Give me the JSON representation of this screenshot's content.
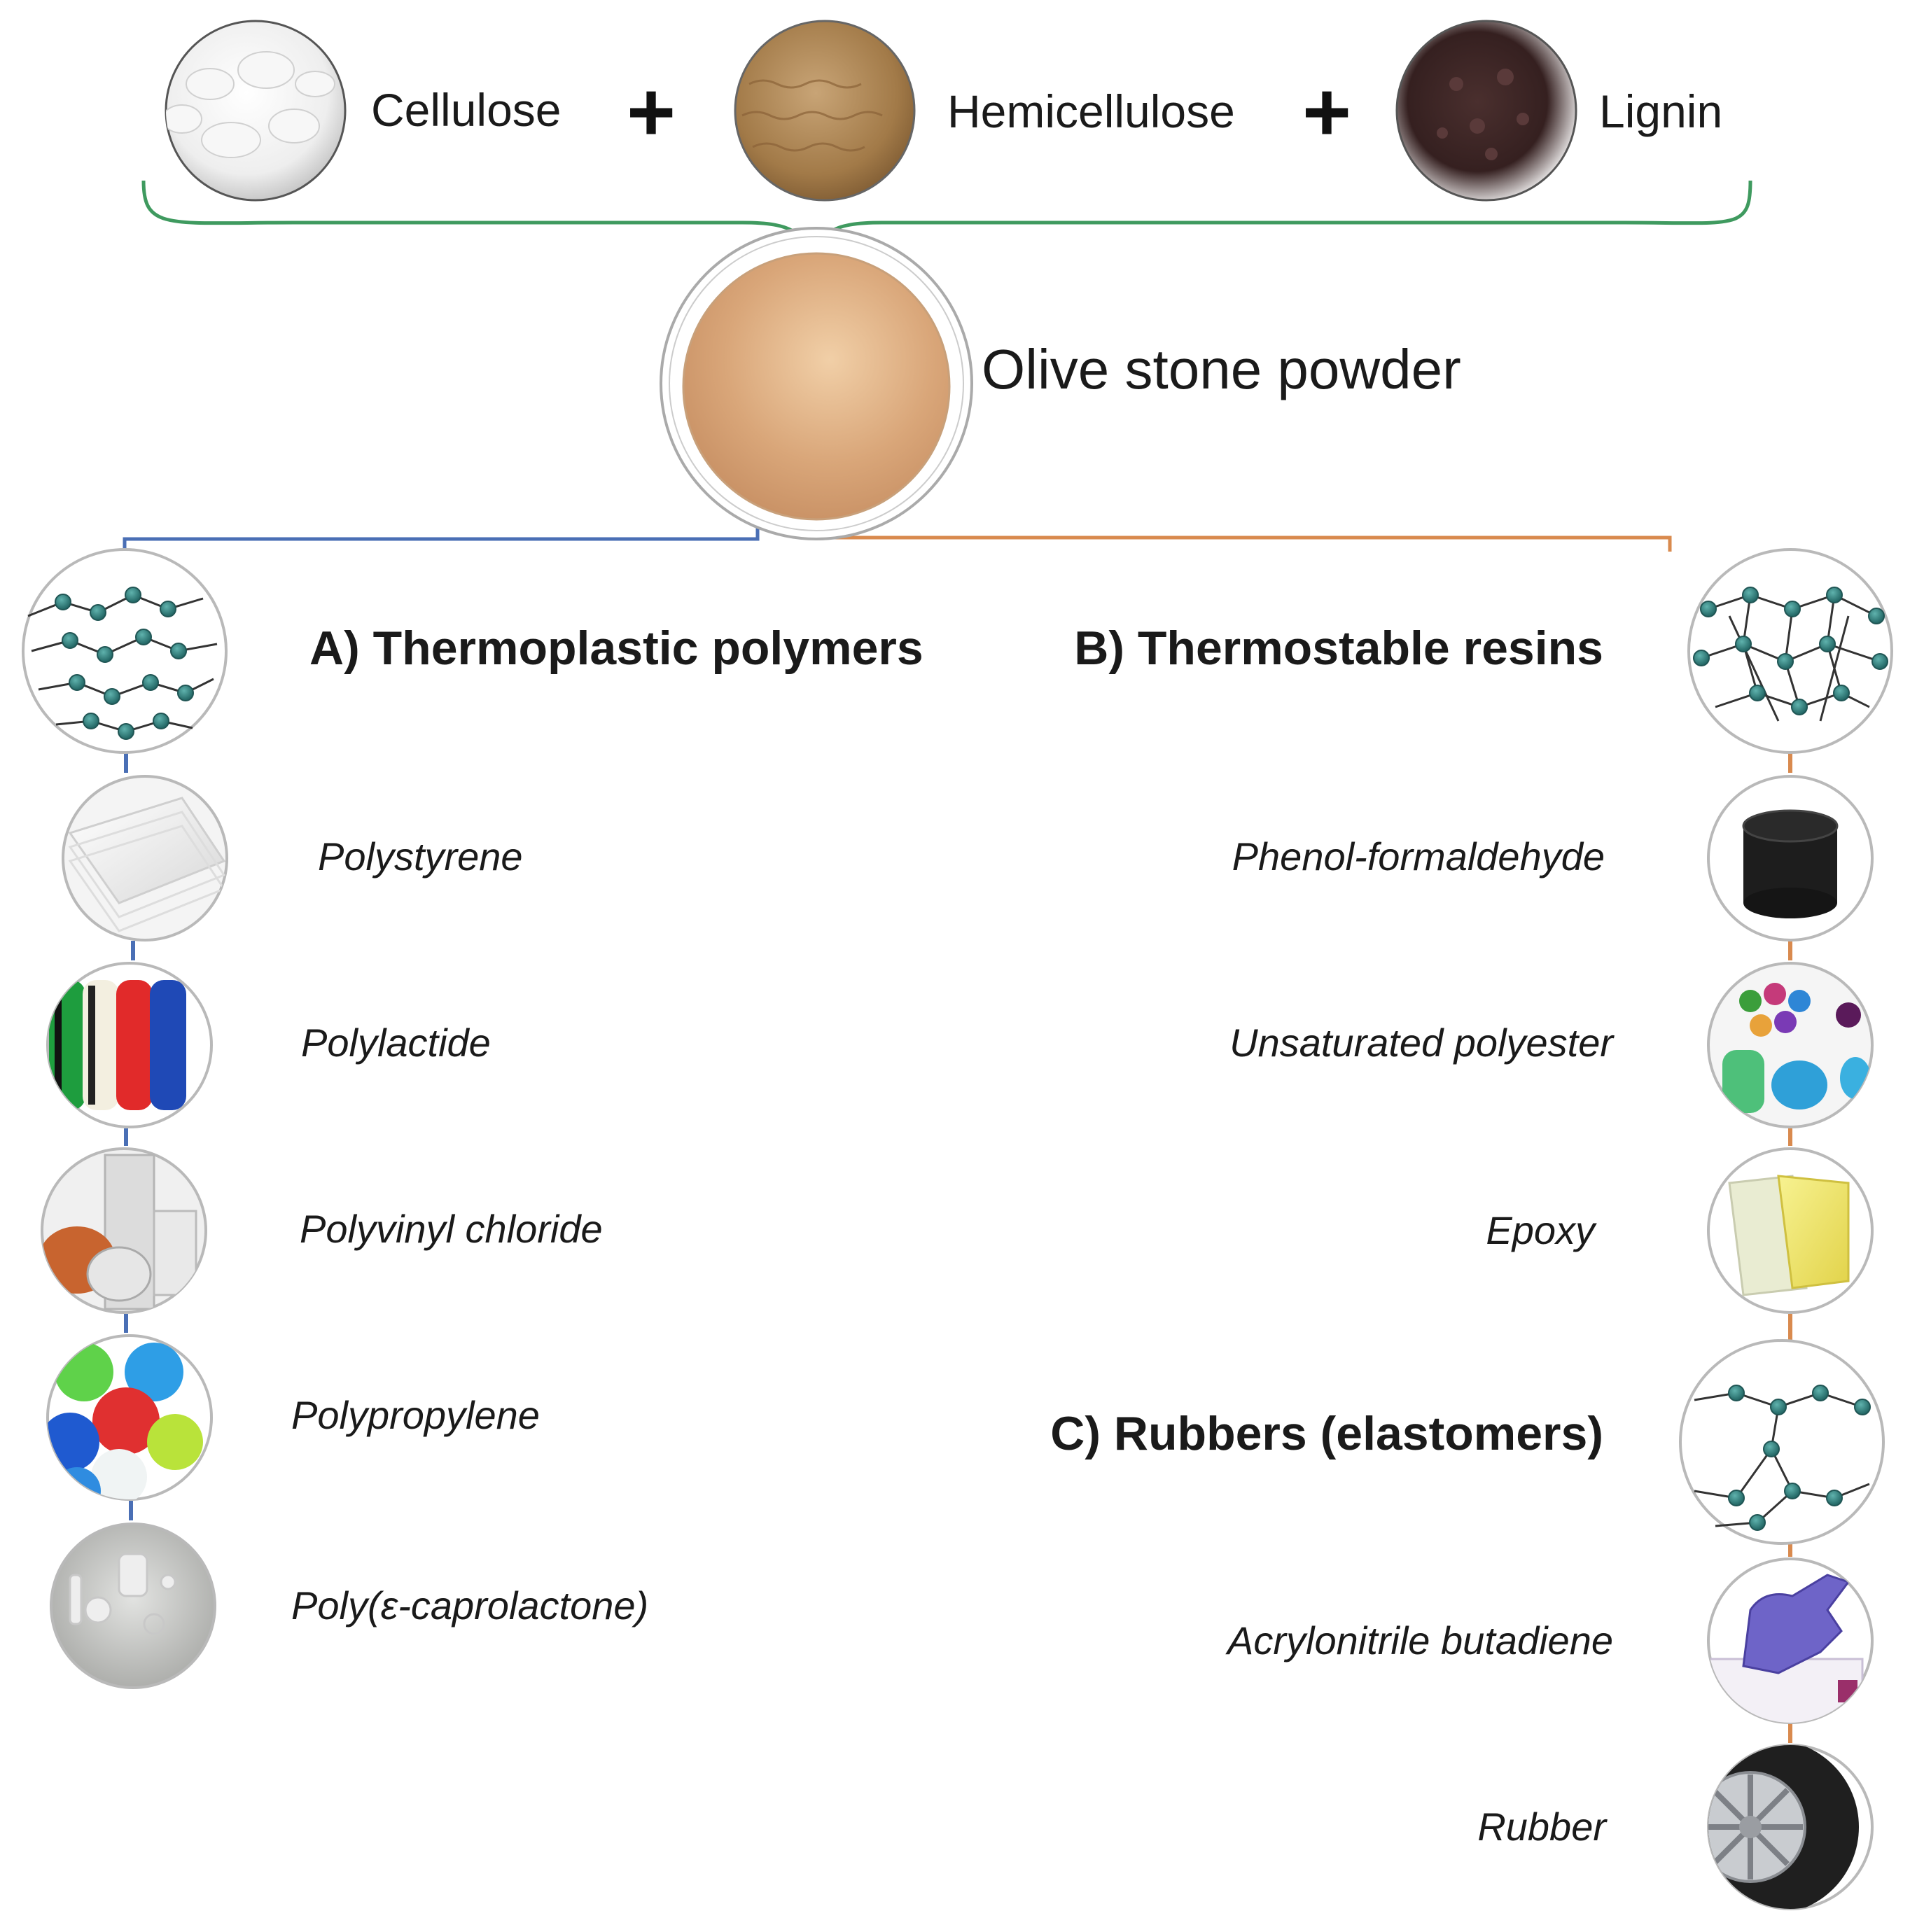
{
  "components": [
    {
      "label": "Cellulose"
    },
    {
      "label": "Hemicellulose"
    },
    {
      "label": "Lignin"
    }
  ],
  "plus_symbol": "+",
  "source": {
    "label": "Olive stone powder"
  },
  "groups": {
    "thermoplastic": {
      "heading": "A) Thermoplastic polymers",
      "items": [
        "Polystyrene",
        "Polylactide",
        "Polyvinyl chloride",
        "Polypropylene",
        "Poly(ε-caprolactone)"
      ]
    },
    "thermostable": {
      "heading": "B) Thermostable resins",
      "items": [
        "Phenol-formaldehyde",
        "Unsaturated polyester",
        "Epoxy"
      ]
    },
    "rubbers": {
      "heading": "C) Rubbers (elastomers)",
      "items": [
        "Acrylonitrile butadiene",
        "Rubber"
      ]
    }
  },
  "colors": {
    "brace_green": "#3f9a5f",
    "branch_blue": "#4a6fb5",
    "branch_orange": "#d98a4e",
    "node_teal": "#2f7a78",
    "circle_border": "#b9b9b9"
  },
  "icons": {
    "cellulose": "white-powder-photo",
    "hemicellulose": "brown-powder-photo",
    "lignin": "dark-lignin-photo",
    "olive_stone": "tan-powder-photo",
    "thermoplastic": "linear-chain-network-icon",
    "thermostable": "crosslinked-network-icon",
    "rubbers": "loose-crosslinked-network-icon",
    "polystyrene": "white-sheets-photo",
    "polylactide": "filament-spools-photo",
    "polyvinyl_chloride": "pvc-pipes-photo",
    "polypropylene": "bottle-caps-photo",
    "polycaprolactone": "grey-parts-photo",
    "phenol_formaldehyde": "black-cap-photo",
    "unsaturated_polyester": "buttons-photo",
    "epoxy": "yellow-sheets-photo",
    "acrylonitrile_butadiene": "nitrile-glove-photo",
    "rubber": "tyre-photo"
  }
}
